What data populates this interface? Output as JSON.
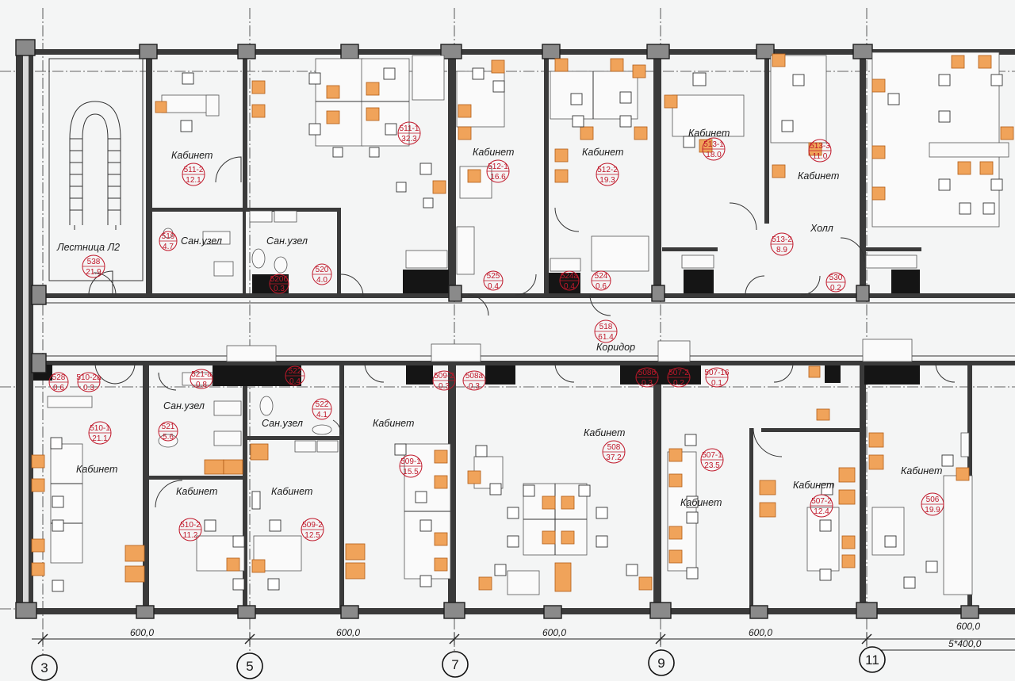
{
  "axes": [
    "3",
    "5",
    "7",
    "9",
    "11"
  ],
  "dimensions": [
    "600,0",
    "600,0",
    "600,0",
    "600,0",
    "600,0",
    "5*400,0"
  ],
  "rooms": [
    {
      "label": "Лестница Л2",
      "num": "538",
      "area": "21.9"
    },
    {
      "label": "Кабинет",
      "num": "511-2",
      "area": "12.1"
    },
    {
      "label": "",
      "num": "511-1",
      "area": "32.3"
    },
    {
      "label": "Кабинет",
      "num": "512-1",
      "area": "16.6"
    },
    {
      "label": "Кабинет",
      "num": "512-2",
      "area": "19.3"
    },
    {
      "label": "Кабинет",
      "num": "513-1",
      "area": "18.0"
    },
    {
      "label": "Кабинет",
      "num": "513-3",
      "area": "11.0"
    },
    {
      "label": "Холл",
      "num": "513-2",
      "area": "8.9"
    },
    {
      "label": "Сан.узел",
      "num": "519",
      "area": "4.7"
    },
    {
      "label": "Сан.узел",
      "num": "520",
      "area": "4.0"
    },
    {
      "label": "",
      "num": "520б",
      "area": "0.3"
    },
    {
      "label": "",
      "num": "525",
      "area": "0.4"
    },
    {
      "label": "",
      "num": "524а",
      "area": "0.4"
    },
    {
      "label": "",
      "num": "524",
      "area": "0.6"
    },
    {
      "label": "",
      "num": "530",
      "area": "0.2"
    },
    {
      "label": "Коридор",
      "num": "518",
      "area": "61.4"
    },
    {
      "label": "",
      "num": "528",
      "area": "0.6"
    },
    {
      "label": "",
      "num": "510-2а",
      "area": "0.3"
    },
    {
      "label": "",
      "num": "521-а",
      "area": "0.8"
    },
    {
      "label": "",
      "num": "522",
      "area": "0.4"
    },
    {
      "label": "Сан.узел",
      "num": "521",
      "area": "5.6"
    },
    {
      "label": "Сан.узел",
      "num": "522",
      "area": "4.1"
    },
    {
      "label": "",
      "num": "509-2",
      "area": "0.3"
    },
    {
      "label": "",
      "num": "508а",
      "area": "0.3"
    },
    {
      "label": "",
      "num": "508б",
      "area": "0.3"
    },
    {
      "label": "",
      "num": "507-2",
      "area": "0.2"
    },
    {
      "label": "",
      "num": "507-16",
      "area": "0.1"
    },
    {
      "label": "Кабинет",
      "num": "510-1",
      "area": "21.1"
    },
    {
      "label": "Кабинет",
      "num": "510-2",
      "area": "11.2"
    },
    {
      "label": "Кабинет",
      "num": "509-2",
      "area": "12.5"
    },
    {
      "label": "Кабинет",
      "num": "509-1",
      "area": "15.5"
    },
    {
      "label": "Кабинет",
      "num": "508",
      "area": "37.2"
    },
    {
      "label": "Кабинет",
      "num": "507-1",
      "area": "23.5"
    },
    {
      "label": "Кабинет",
      "num": "507-2",
      "area": "12.4"
    },
    {
      "label": "Кабинет",
      "num": "506",
      "area": "19.9"
    }
  ]
}
